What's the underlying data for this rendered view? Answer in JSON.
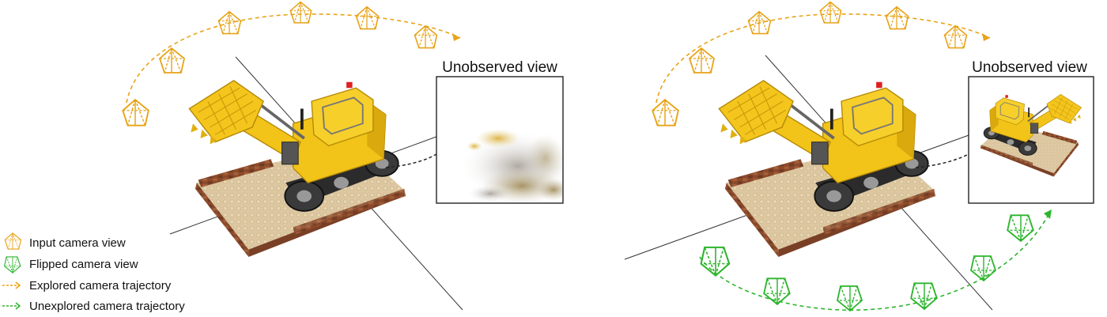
{
  "panels": [
    {
      "id": "left",
      "inset_title": "Unobserved view",
      "inset_content": "blurry-reconstruction"
    },
    {
      "id": "right",
      "inset_title": "Unobserved view",
      "inset_content": "clear-reconstruction"
    }
  ],
  "legend": [
    {
      "label": "Input camera view",
      "icon": "pyramid-camera-icon",
      "color": "#E8A317"
    },
    {
      "label": "Flipped camera view",
      "icon": "pyramid-camera-icon",
      "color": "#2DB52D"
    },
    {
      "label": "Explored camera trajectory",
      "icon": "dashed-arrow-icon",
      "color": "#E8A317"
    },
    {
      "label": "Unexplored camera trajectory",
      "icon": "dashed-arrow-icon",
      "color": "#2DB52D"
    }
  ],
  "colors": {
    "input_camera": "#E8A317",
    "flipped_camera": "#2DB52D",
    "dashed_ray": "#222222",
    "axis_line": "#333333"
  }
}
